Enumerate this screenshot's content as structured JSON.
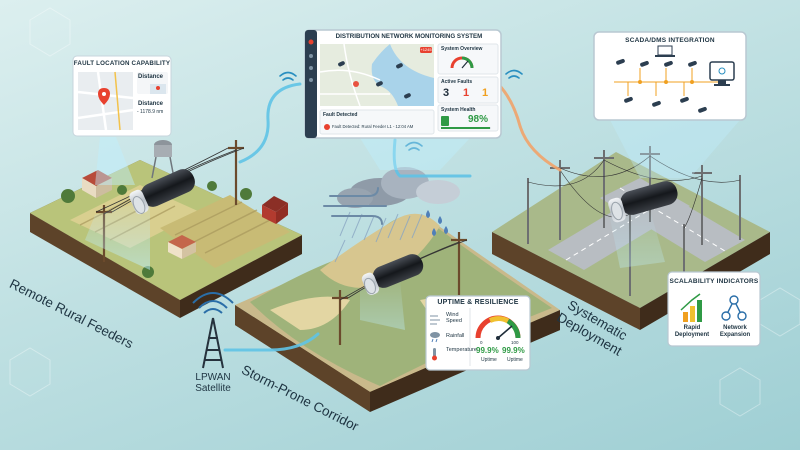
{
  "scenes": {
    "rural": {
      "label": "Remote Rural Feeders"
    },
    "storm": {
      "label": "Storm-Prone Corridor"
    },
    "deploy": {
      "label": "Systematic Deployment"
    }
  },
  "fault_panel": {
    "title": "FAULT LOCATION CAPABILITY",
    "distance_label": "Distance",
    "distance_label_2": "Distance",
    "distance_value": "- 1178.9 nm"
  },
  "dashboard": {
    "title": "DISTRIBUTION NETWORK MONITORING SYSTEM",
    "badge": "+1245",
    "overview_label": "System Overview",
    "active_faults_label": "Active Faults",
    "active_faults": [
      "3",
      "1",
      "1"
    ],
    "health_label": "System Health",
    "health_value": "98%",
    "health_fraction": 0.98,
    "fault_detected_label": "Fault Detected",
    "fault_message": "Fault Detected: Rural Feeder L1 - 12:04 AM"
  },
  "scada": {
    "title": "SCADA/DMS INTEGRATION"
  },
  "uptime": {
    "title": "UPTIME & RESILIENCE",
    "wind_label": "Wind Speed",
    "rain_label": "Rainfall",
    "temp_label": "Temperature",
    "gauge_min": "0",
    "gauge_max": "100",
    "uptime_1": "99.9%",
    "uptime_2": "99.9%",
    "uptime_caption_1": "Uptime",
    "uptime_caption_2": "Uptime"
  },
  "scalability": {
    "title": "SCALABILITY INDICATORS",
    "item_1": "Rapid Deployment",
    "item_2": "Network Expansion"
  },
  "lpwan": {
    "line_1": "LPWAN",
    "line_2": "Satellite"
  },
  "colors": {
    "accent_red": "#e8412f",
    "accent_green": "#2f9a45",
    "accent_orange": "#f0a020",
    "link_blue": "#5fc3e6",
    "link_orange": "#f1a36a"
  }
}
